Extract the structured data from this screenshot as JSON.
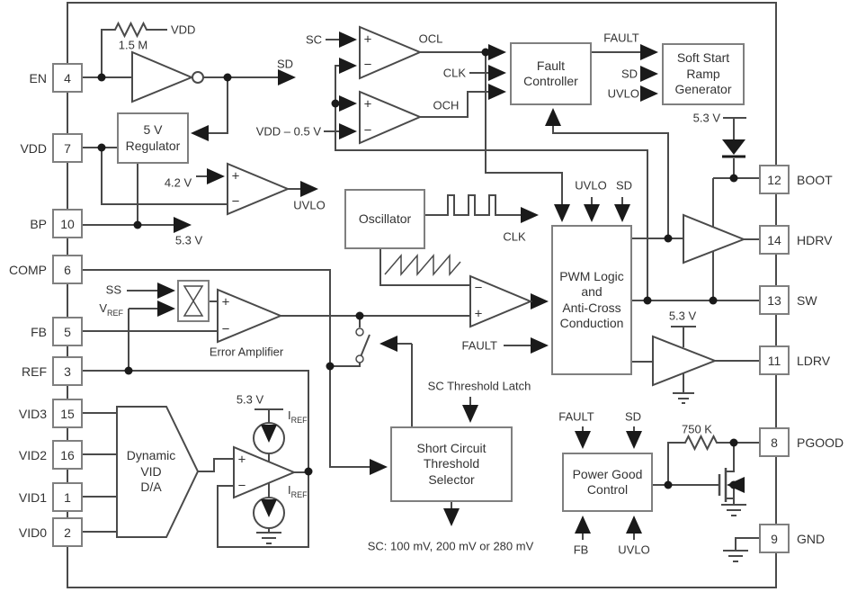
{
  "pins": {
    "left": [
      {
        "num": "4",
        "name": "EN"
      },
      {
        "num": "7",
        "name": "VDD"
      },
      {
        "num": "10",
        "name": "BP"
      },
      {
        "num": "6",
        "name": "COMP"
      },
      {
        "num": "5",
        "name": "FB"
      },
      {
        "num": "3",
        "name": "REF"
      },
      {
        "num": "15",
        "name": "VID3"
      },
      {
        "num": "16",
        "name": "VID2"
      },
      {
        "num": "1",
        "name": "VID1"
      },
      {
        "num": "2",
        "name": "VID0"
      }
    ],
    "right": [
      {
        "num": "12",
        "name": "BOOT"
      },
      {
        "num": "14",
        "name": "HDRV"
      },
      {
        "num": "13",
        "name": "SW"
      },
      {
        "num": "11",
        "name": "LDRV"
      },
      {
        "num": "8",
        "name": "PGOOD"
      },
      {
        "num": "9",
        "name": "GND"
      }
    ]
  },
  "blocks": {
    "regulator": "5 V\nRegulator",
    "fault_controller": "Fault\nController",
    "soft_start": "Soft Start\nRamp\nGenerator",
    "oscillator": "Oscillator",
    "pwm": "PWM Logic\nand\nAnti-Cross\nConduction",
    "short_circuit": "Short Circuit\nThreshold\nSelector",
    "power_good": "Power Good\nControl",
    "vid_da": "Dynamic\nVID\nD/A"
  },
  "labels": {
    "vdd": "VDD",
    "r_pullup": "1.5 M",
    "sd": "SD",
    "sc": "SC",
    "ocl": "OCL",
    "clk": "CLK",
    "och": "OCH",
    "vdd_minus": "VDD – 0.5 V",
    "fault": "FAULT",
    "uvlo": "UVLO",
    "v53": "5.3 V",
    "v42": "4.2 V",
    "ss": "SS",
    "fb": "FB",
    "v": "V",
    "i": "I",
    "ref_sub": "REF",
    "error_amplifier": "Error Amplifier",
    "sc_threshold_latch": "SC Threshold Latch",
    "sc_values": "SC: 100 mV, 200 mV or 280 mV",
    "r_pgood": "750 K",
    "plus": "+",
    "minus": "−"
  },
  "colors": {
    "wire": "#4a4a4a",
    "box_border": "#7f7f7f",
    "text": "#333333",
    "solid": "#1a1a1a",
    "background": "#ffffff"
  }
}
